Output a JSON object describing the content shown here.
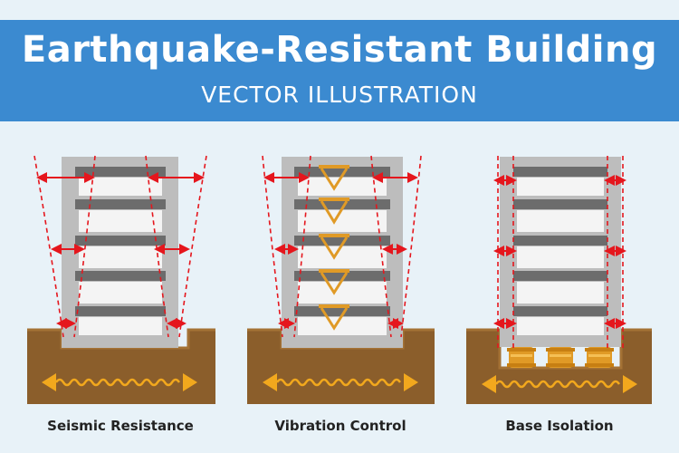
{
  "header": {
    "title": "Earthquake-Resistant Building",
    "subtitle": "VECTOR ILLUSTRATION"
  },
  "panels": [
    {
      "caption": "Seismic Resistance"
    },
    {
      "caption": "Vibration Control"
    },
    {
      "caption": "Base Isolation"
    }
  ],
  "colors": {
    "banner": "#3b8ad0",
    "background": "#e8f2f8",
    "ground": "#8b5e2b",
    "wave": "#f2a81d",
    "damper": "#e09a26",
    "arrow": "#e5161d",
    "building": "#bdbdbd",
    "floor": "#6c6c6c"
  }
}
